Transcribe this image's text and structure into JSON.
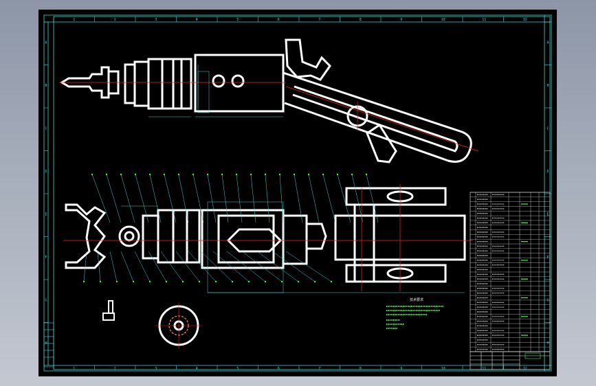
{
  "window": {
    "background_top": "#8d96a7",
    "background_bottom": "#c3c8d1",
    "canvas_background": "#000000"
  },
  "drawing": {
    "border_color": "#3fd6d6",
    "outline_color": "#ffffff",
    "centerline_color": "#ff2020",
    "leader_color": "#3fd6d6",
    "label_color": "#40ff40",
    "zone_letters_top": [
      "1",
      "2",
      "3",
      "4",
      "5",
      "6",
      "7",
      "8",
      "9",
      "10",
      "11",
      "12"
    ],
    "zone_letters_side": [
      "A",
      "B",
      "C",
      "D",
      "E",
      "F",
      "G",
      "H"
    ],
    "technical_requirements_title": "技术要求"
  }
}
